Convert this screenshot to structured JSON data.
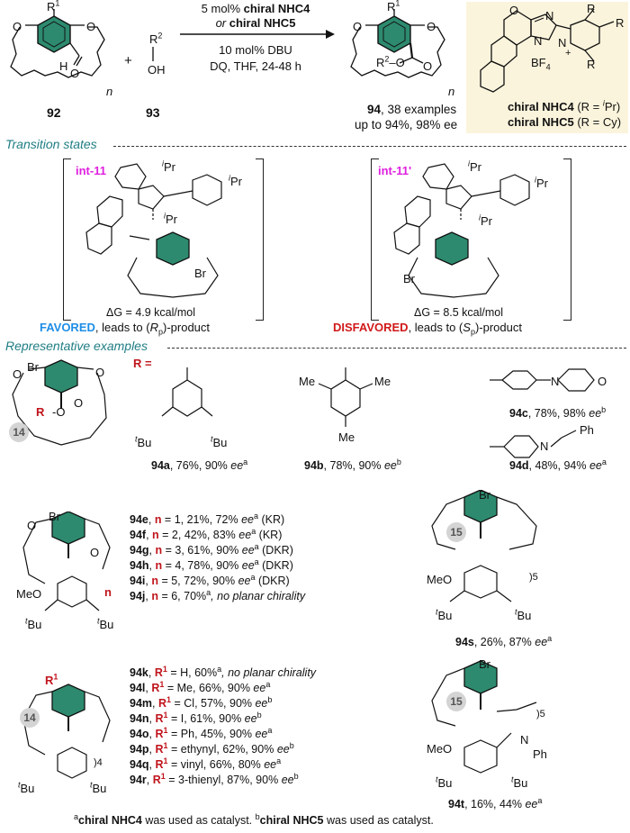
{
  "reaction": {
    "sm1_label": "92",
    "sm2_label": "93",
    "product_label": "94",
    "product_summary": ", 38 examples",
    "product_summary2": "up to 94%, 98% ee",
    "cond1a": "5 mol% ",
    "cond1b": "chiral NHC4",
    "cond2a": "or",
    "cond2b": " chiral NHC5",
    "cond3": "10 mol% DBU",
    "cond4": "DQ, THF, 24-48 h",
    "r1": "R",
    "r1sup": "1",
    "r2": "R",
    "r2sup": "2",
    "oh": "OH",
    "h_label": "H",
    "n_label": "n",
    "r2o": "R",
    "plus": "+"
  },
  "catalyst": {
    "name1": "chiral NHC4",
    "r1": "(R = ",
    "r1i": "i",
    "r1b": "Pr)",
    "name2": "chiral NHC5",
    "r2": "(R = Cy)",
    "bf4": "BF",
    "bf4sub": "4",
    "r_label": "R",
    "plus": "+"
  },
  "ts": {
    "header": "Transition states",
    "left_label": "int-11",
    "right_label": "int-11'",
    "left_dg": "ΔG = 4.9 kcal/mol",
    "right_dg": "ΔG = 8.5 kcal/mol",
    "left_fav": "FAVORED",
    "left_rest": ", leads to (",
    "left_rp": "R",
    "left_rpsub": "p",
    "left_end": ")-product",
    "right_fav": "DISFAVORED",
    "right_rest": ", leads to (",
    "right_sp": "S",
    "right_spsub": "p",
    "right_end": ")-product",
    "ipr": "Pr",
    "br": "Br"
  },
  "examples": {
    "header": "Representative examples",
    "r_eq": "R =",
    "ring14": "14",
    "ring15": "15",
    "a": {
      "label": "94a",
      "text": ", 76%, 90% ",
      "ee": "ee",
      "sup": "a"
    },
    "b": {
      "label": "94b",
      "text": ", 78%, 90% ",
      "ee": "ee",
      "sup": "b"
    },
    "c": {
      "label": "94c",
      "text": ", 78%, 98% ",
      "ee": "ee",
      "sup": "b"
    },
    "d": {
      "label": "94d",
      "text": ", 48%, 94% ",
      "ee": "ee",
      "sup": "a"
    },
    "tbu": "Bu",
    "me": "Me",
    "meo": "MeO",
    "ph": "Ph",
    "br": "Br",
    "n_list": [
      {
        "label": "94e",
        "n": "n",
        "rest": " = 1, 21%, 72% ",
        "ee": "ee",
        "sup": "a",
        "tail": " (KR)"
      },
      {
        "label": "94f",
        "n": "n",
        "rest": " = 2, 42%, 83% ",
        "ee": "ee",
        "sup": "a",
        "tail": " (KR)"
      },
      {
        "label": "94g",
        "n": "n",
        "rest": " = 3, 61%, 90% ",
        "ee": "ee",
        "sup": "a",
        "tail": " (DKR)"
      },
      {
        "label": "94h",
        "n": "n",
        "rest": " = 4, 78%, 90% ",
        "ee": "ee",
        "sup": "a",
        "tail": " (DKR)"
      },
      {
        "label": "94i",
        "n": "n",
        "rest": " = 5, 72%, 90% ",
        "ee": "ee",
        "sup": "a",
        "tail": " (DKR)"
      },
      {
        "label": "94j",
        "n": "n",
        "rest": " = 6, 70%",
        "ee": "",
        "sup": "a",
        "tail": ", no planar chirality"
      }
    ],
    "s": {
      "label": "94s",
      "text": ", 26%, 87% ",
      "ee": "ee",
      "sup": "a",
      "sub5": "5"
    },
    "r1_list": [
      {
        "label": "94k",
        "r": "R",
        "rsup": "1",
        "rest": " = H, 60%",
        "ee": "",
        "sup": "a",
        "tail": ", no planar chirality"
      },
      {
        "label": "94l",
        "r": "R",
        "rsup": "1",
        "rest": " = Me, 66%, 90% ",
        "ee": "ee",
        "sup": "a",
        "tail": ""
      },
      {
        "label": "94m",
        "r": "R",
        "rsup": "1",
        "rest": " = Cl, 57%, 90% ",
        "ee": "ee",
        "sup": "b",
        "tail": ""
      },
      {
        "label": "94n",
        "r": "R",
        "rsup": "1",
        "rest": " = I, 61%, 90% ",
        "ee": "ee",
        "sup": "b",
        "tail": ""
      },
      {
        "label": "94o",
        "r": "R",
        "rsup": "1",
        "rest": " = Ph, 45%, 90% ",
        "ee": "ee",
        "sup": "a",
        "tail": ""
      },
      {
        "label": "94p",
        "r": "R",
        "rsup": "1",
        "rest": " = ethynyl, 62%, 90% ",
        "ee": "ee",
        "sup": "b",
        "tail": ""
      },
      {
        "label": "94q",
        "r": "R",
        "rsup": "1",
        "rest": " = vinyl, 66%, 80% ",
        "ee": "ee",
        "sup": "a",
        "tail": ""
      },
      {
        "label": "94r",
        "r": "R",
        "rsup": "1",
        "rest": " = 3-thienyl, 87%, 90% ",
        "ee": "ee",
        "sup": "b",
        "tail": ""
      }
    ],
    "t": {
      "label": "94t",
      "text": ", 16%, 44% ",
      "ee": "ee",
      "sup": "a",
      "sub5": "5"
    },
    "sub4": "4"
  },
  "footnote": {
    "a_sup": "a",
    "a_cat": "chiral NHC4",
    "a_text": " was used as catalyst. ",
    "b_sup": "b",
    "b_cat": "chiral NHC5",
    "b_text": " was used as catalyst."
  },
  "colors": {
    "red": "#c0141c",
    "teal": "#1f7d84",
    "magenta": "#e020e0",
    "blue": "#1e8ee6",
    "ring_fill": "#2d8a6e"
  }
}
